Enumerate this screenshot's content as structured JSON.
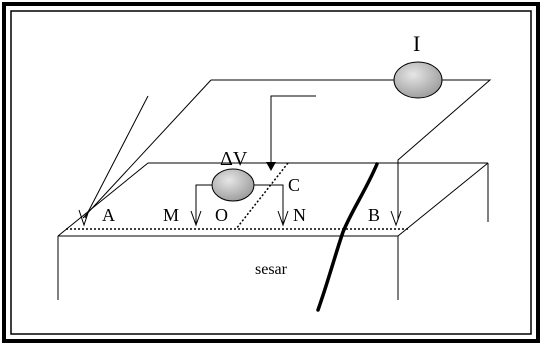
{
  "colors": {
    "ink": "#000000",
    "background": "#ffffff",
    "meter_fill_light": "#e6e6e6",
    "meter_fill_dark": "#9a9a9a"
  },
  "icons": {
    "current_meter": "ammeter-oval-icon",
    "voltage_meter": "voltmeter-oval-icon"
  },
  "labels": {
    "current": "I",
    "potential": "ΔV",
    "center": "C",
    "electrode_a": "A",
    "electrode_m": "M",
    "electrode_o": "O",
    "electrode_n": "N",
    "electrode_b": "B",
    "fault": "sesar"
  }
}
